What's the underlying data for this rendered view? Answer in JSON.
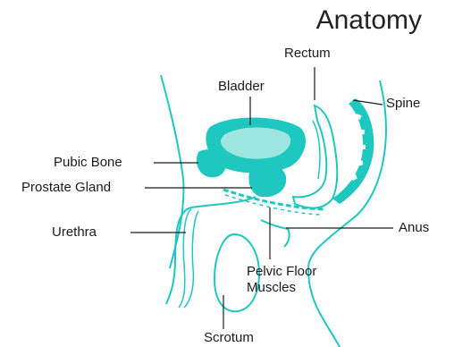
{
  "title": "Anatomy",
  "labels": {
    "rectum": "Rectum",
    "bladder": "Bladder",
    "spine": "Spine",
    "pubic_bone": "Pubic Bone",
    "prostate_gland": "Prostate Gland",
    "urethra": "Urethra",
    "anus": "Anus",
    "pelvic_floor_line1": "Pelvic Floor",
    "pelvic_floor_line2": "Muscles",
    "scrotum": "Scrotum"
  },
  "colors": {
    "anatomy": "#1ec7c0",
    "anatomy_light": "#9fe6e1",
    "leader": "#1a1a1a",
    "text": "#1a1a1a"
  }
}
